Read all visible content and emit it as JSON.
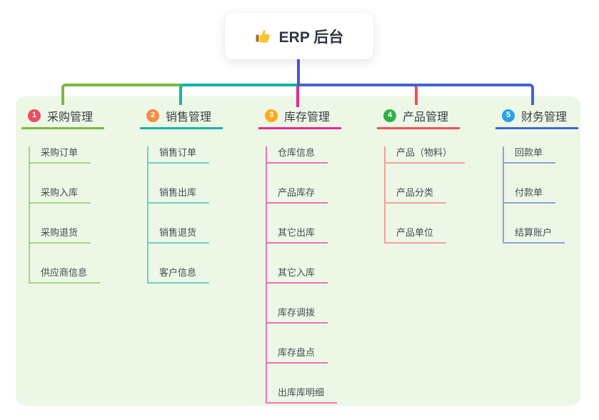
{
  "root": {
    "label": "ERP 后台",
    "icon": "thumbs-up-icon"
  },
  "canvas": {
    "background": "#ffffff",
    "panel_color": "#ecf7e5",
    "trunk_color": "#4d55d8"
  },
  "branches": [
    {
      "index": "1",
      "label": "采购管理",
      "badge_color": "#f14b62",
      "line_color": "#7cb93e",
      "child_line_color": "#a9d47c",
      "children": [
        "采购订单",
        "采购入库",
        "采购退货",
        "供应商信息"
      ]
    },
    {
      "index": "2",
      "label": "销售管理",
      "badge_color": "#f78c45",
      "line_color": "#17b3a6",
      "child_line_color": "#72cfc6",
      "children": [
        "销售订单",
        "销售出库",
        "销售退货",
        "客户信息"
      ]
    },
    {
      "index": "3",
      "label": "库存管理",
      "badge_color": "#fbab1e",
      "line_color": "#e62a8e",
      "child_line_color": "#f075b5",
      "children": [
        "仓库信息",
        "产品库存",
        "其它出库",
        "其它入库",
        "库存调拨",
        "库存盘点",
        "出库库明细"
      ]
    },
    {
      "index": "4",
      "label": "产品管理",
      "badge_color": "#2fb14a",
      "line_color": "#f25056",
      "child_line_color": "#f5a29c",
      "children": [
        "产品（物料）",
        "产品分类",
        "产品单位"
      ]
    },
    {
      "index": "5",
      "label": "财务管理",
      "badge_color": "#2ba0ee",
      "line_color": "#4066d4",
      "child_line_color": "#8ca2df",
      "children": [
        "回款单",
        "付款单",
        "结算账户"
      ]
    }
  ]
}
